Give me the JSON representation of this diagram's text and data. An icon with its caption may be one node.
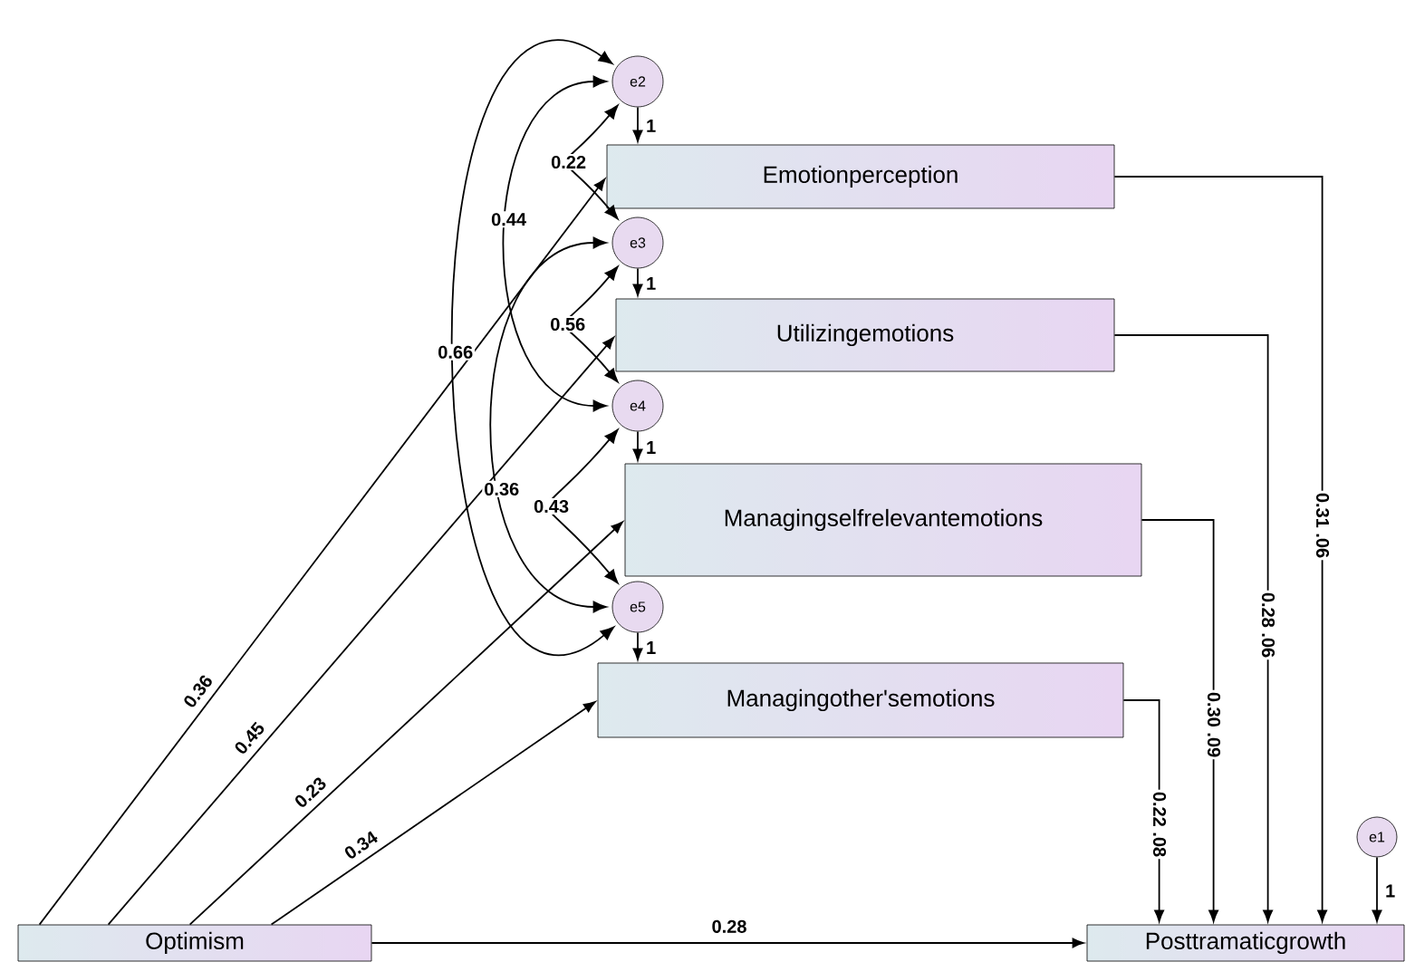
{
  "diagram": {
    "nodes": [
      {
        "text": [
          "e2"
        ]
      },
      {
        "text": [
          "Emotionperception"
        ]
      },
      {
        "text": [
          "e3"
        ]
      },
      {
        "text": [
          "Utilizingemotions"
        ]
      },
      {
        "text": [
          "e4"
        ]
      },
      {
        "text": [
          "Managingselfrelevantemotions"
        ]
      },
      {
        "text": [
          "e5"
        ]
      },
      {
        "text": [
          "Managingother'semotions"
        ]
      },
      {
        "text": [
          "e1"
        ]
      },
      {
        "text": [
          "Optimism"
        ]
      },
      {
        "text": [
          "Posttramaticgrowth"
        ]
      }
    ],
    "edges": [
      {
        "from": 0,
        "to": 1,
        "arrow": "to",
        "label": "1"
      },
      {
        "from": 2,
        "to": 3,
        "arrow": "to",
        "label": "1"
      },
      {
        "from": 4,
        "to": 5,
        "arrow": "to",
        "label": "1"
      },
      {
        "from": 6,
        "to": 7,
        "arrow": "to",
        "label": "1"
      },
      {
        "from": 8,
        "to": 10,
        "arrow": "to",
        "label": "1"
      },
      {
        "from": 9,
        "to": 1,
        "arrow": "to",
        "label": "0.36"
      },
      {
        "from": 9,
        "to": 3,
        "arrow": "to",
        "label": "0.45"
      },
      {
        "from": 9,
        "to": 5,
        "arrow": "to",
        "label": "0.23"
      },
      {
        "from": 9,
        "to": 7,
        "arrow": "to",
        "label": "0.34"
      },
      {
        "from": 9,
        "to": 10,
        "arrow": "to",
        "label": "0.28"
      },
      {
        "from": 1,
        "to": 10,
        "arrow": "to",
        "label": "0.31 .06"
      },
      {
        "from": 3,
        "to": 10,
        "arrow": "to",
        "label": "0.28 .06"
      },
      {
        "from": 5,
        "to": 10,
        "arrow": "to",
        "label": "0.30 .09"
      },
      {
        "from": 7,
        "to": 10,
        "arrow": "to",
        "label": "0.22 .08"
      },
      {
        "from": 0,
        "to": 2,
        "arrow": "both",
        "label": "0.22"
      },
      {
        "from": 0,
        "to": 4,
        "arrow": "both",
        "label": "0.44"
      },
      {
        "from": 0,
        "to": 6,
        "arrow": "both",
        "label": "0.66"
      },
      {
        "from": 2,
        "to": 4,
        "arrow": "both",
        "label": "0.56"
      },
      {
        "from": 2,
        "to": 6,
        "arrow": "both",
        "label": "0.36"
      },
      {
        "from": 4,
        "to": 6,
        "arrow": "both",
        "label": "0.43"
      }
    ]
  }
}
